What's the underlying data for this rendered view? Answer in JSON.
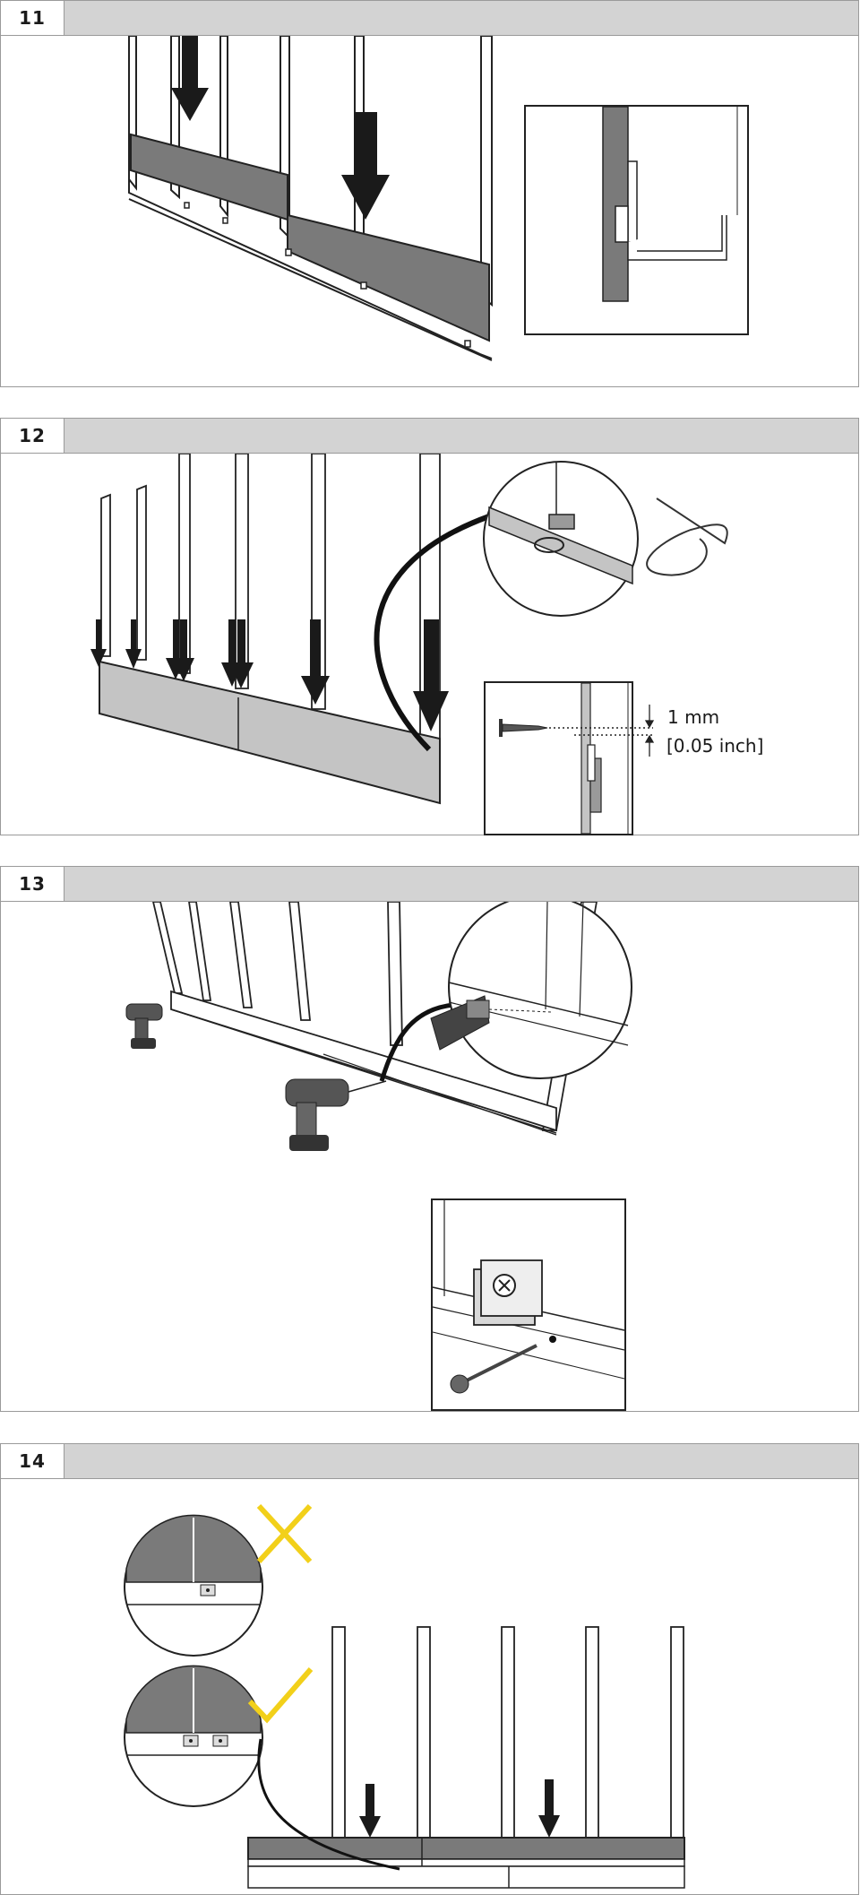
{
  "steps": [
    {
      "number": "11"
    },
    {
      "number": "12",
      "measurement": {
        "value": "1 mm",
        "imperial": "[0.05 inch]"
      }
    },
    {
      "number": "13"
    },
    {
      "number": "14"
    }
  ],
  "colors": {
    "header": "#d3d3d3",
    "panel": "#7a7a7a",
    "panel_light": "#c4c4c4",
    "cross": "#f2d01a",
    "check": "#f2d01a"
  },
  "icons": [
    "down-arrow-icon",
    "cross-icon",
    "check-icon",
    "drill-icon",
    "screw-icon",
    "pin-key-icon"
  ]
}
